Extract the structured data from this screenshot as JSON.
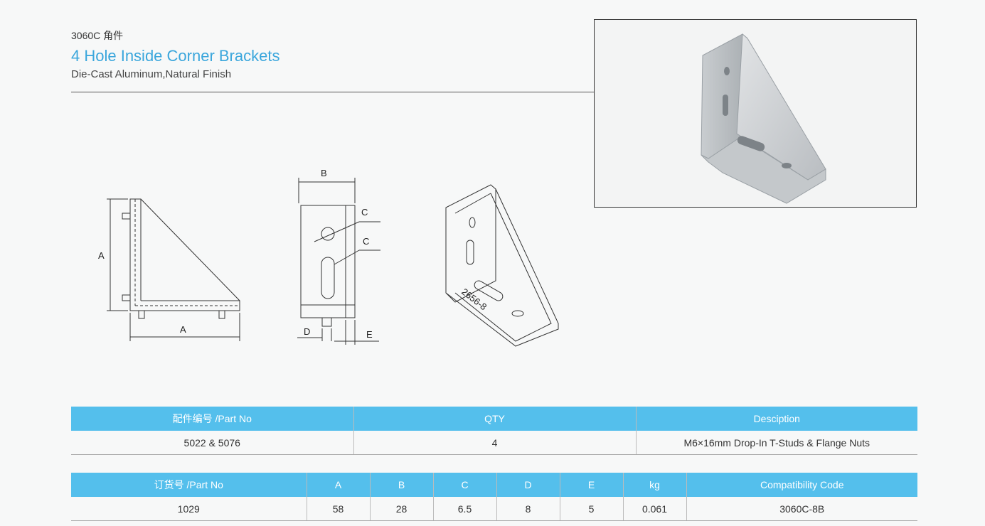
{
  "header": {
    "code": "3060C 角件",
    "title": "4 Hole Inside Corner Brackets",
    "subtitle": "Die-Cast Aluminum,Natural Finish"
  },
  "drawing": {
    "label_a_vertical": "A",
    "label_a_horizontal": "A",
    "label_b": "B",
    "label_c1": "C",
    "label_c2": "C",
    "label_d": "D",
    "label_e": "E",
    "part_marking": "2656-8"
  },
  "table1": {
    "headers": [
      "配件编号 /Part No",
      "QTY",
      "Desciption"
    ],
    "row": [
      "5022 & 5076",
      "4",
      "M6×16mm Drop-In T-Studs & Flange Nuts"
    ]
  },
  "table2": {
    "headers": [
      "订货号 /Part No",
      "A",
      "B",
      "C",
      "D",
      "E",
      "kg",
      "Compatibility Code"
    ],
    "row": [
      "1029",
      "58",
      "28",
      "6.5",
      "8",
      "5",
      "0.061",
      "3060C-8B"
    ]
  }
}
